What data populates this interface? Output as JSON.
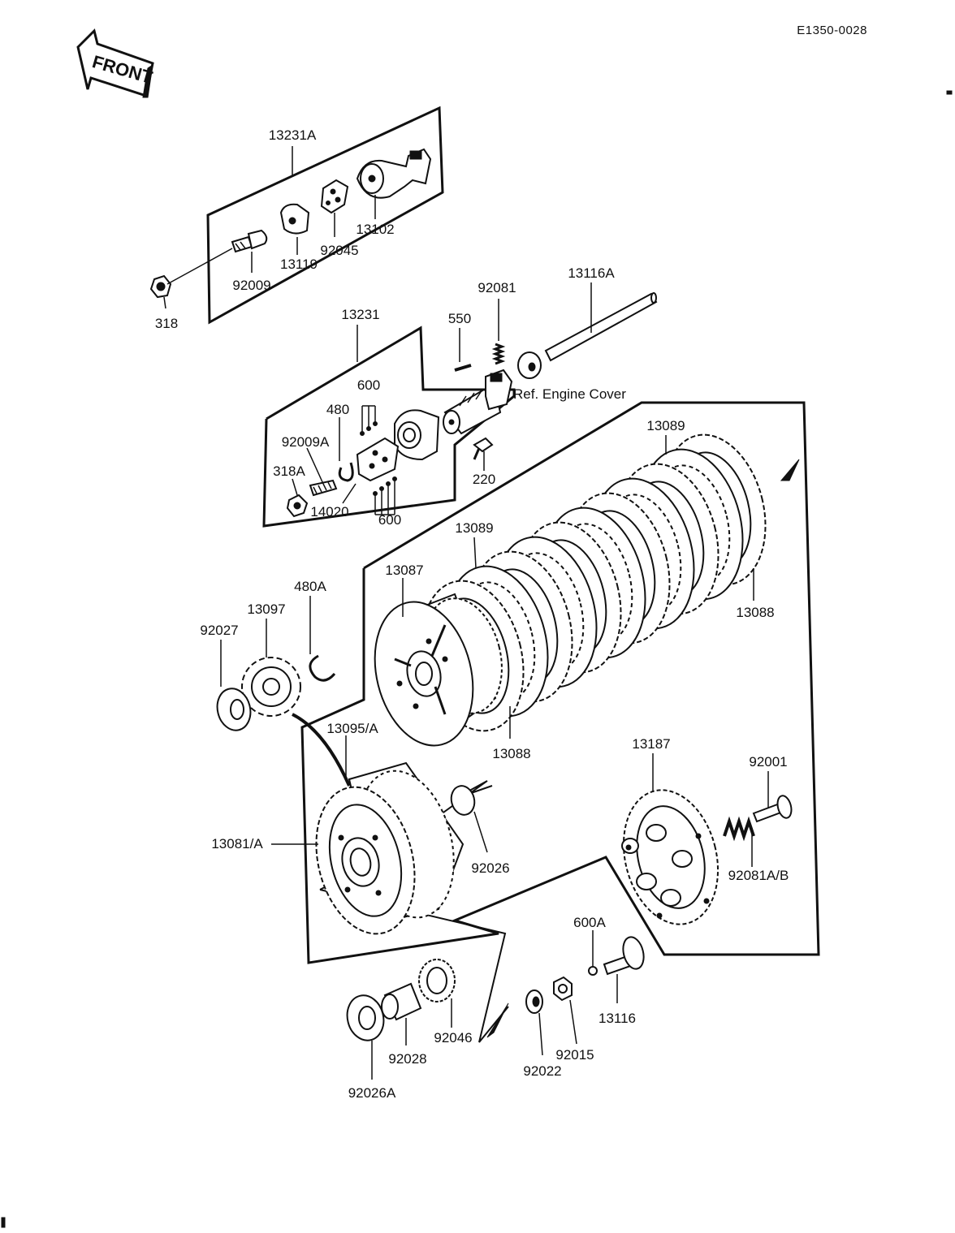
{
  "doc_code": "E1350-0028",
  "front_label": "FRONT",
  "ref_note": "Ref.  Engine Cover",
  "labels": {
    "p13231A": "13231A",
    "p13102": "13102",
    "p92045": "92045",
    "p13119": "13119",
    "p92009": "92009",
    "p318": "318",
    "p13231": "13231",
    "p550": "550",
    "p92081": "92081",
    "p13116A": "13116A",
    "p600_top": "600",
    "p480": "480",
    "p92009A": "92009A",
    "p318A": "318A",
    "p14020": "14020",
    "p600_bot": "600",
    "p220": "220",
    "p13089_top": "13089",
    "p13089_mid": "13089",
    "p13087": "13087",
    "p480A": "480A",
    "p13097": "13097",
    "p92027": "92027",
    "p13088_right": "13088",
    "p13088_low": "13088",
    "p13095A": "13095/A",
    "p13187": "13187",
    "p92001": "92001",
    "p13081A": "13081/A",
    "p92026": "92026",
    "p92081AB": "92081A/B",
    "p600A": "600A",
    "p13116": "13116",
    "p92046": "92046",
    "p92028": "92028",
    "p92015": "92015",
    "p92022": "92022",
    "p92026A": "92026A"
  }
}
